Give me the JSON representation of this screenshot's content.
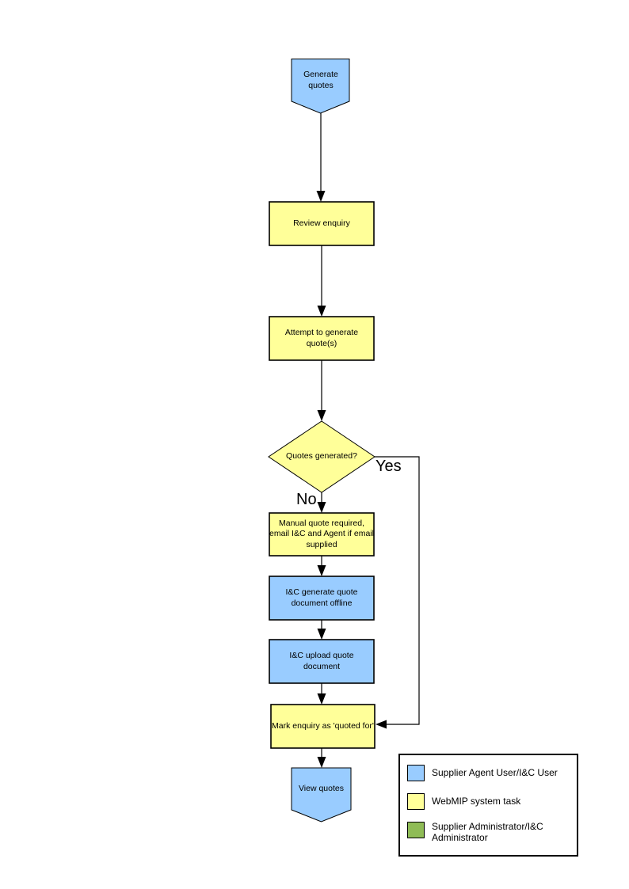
{
  "diagram": {
    "nodes": {
      "start": "Generate quotes",
      "review": "Review enquiry",
      "attempt": "Attempt to generate quote(s)",
      "decision": "Quotes generated?",
      "branch_yes": "Yes",
      "branch_no": "No",
      "manual_quote": "Manual quote required, email I&C and Agent if email supplied",
      "ic_generate": "I&C generate quote document offline",
      "ic_upload": "I&C upload quote document",
      "mark_quoted": "Mark enquiry as 'quoted for'",
      "end": "View quotes"
    },
    "colors": {
      "user_task": "#99CCFF",
      "system_task": "#FFFF99",
      "admin_task": "#8FBC56",
      "stroke": "#000000"
    },
    "legend": {
      "items": [
        {
          "color": "#99CCFF",
          "label": "Supplier Agent User/I&C User"
        },
        {
          "color": "#FFFF99",
          "label": "WebMIP system task"
        },
        {
          "color": "#8FBC56",
          "label": "Supplier Administrator/I&C Administrator"
        }
      ]
    }
  }
}
